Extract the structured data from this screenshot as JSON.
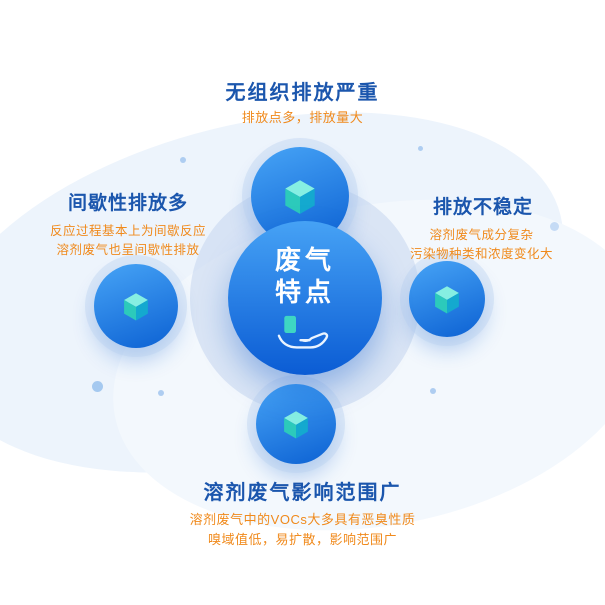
{
  "center": {
    "title_line1": "废气",
    "title_line2": "特点"
  },
  "nodes": {
    "top": {
      "title": "无组织排放严重",
      "desc1": "排放点多，排放量大"
    },
    "left": {
      "title": "间歇性排放多",
      "desc1": "反应过程基本上为间歇反应",
      "desc2": "溶剂废气也呈间歇性排放"
    },
    "right": {
      "title": "排放不稳定",
      "desc1": "溶剂废气成分复杂",
      "desc2": "污染物种类和浓度变化大"
    },
    "bottom": {
      "title": "溶剂废气影响范围广",
      "desc1": "溶剂废气中的VOCs大多具有恶臭性质",
      "desc2": "嗅域值低，易扩散，影响范围广"
    }
  },
  "icons": {
    "node_icon": "cube-icon",
    "center_icon": "hand-icon"
  },
  "colors": {
    "heading_blue": "#1b56ad",
    "desc_orange": "#f08a1c",
    "node_blue_dark": "#0c61d3",
    "node_blue_light": "#47a4f6",
    "cube_teal": "#2ccabb",
    "background": "#ffffff"
  }
}
